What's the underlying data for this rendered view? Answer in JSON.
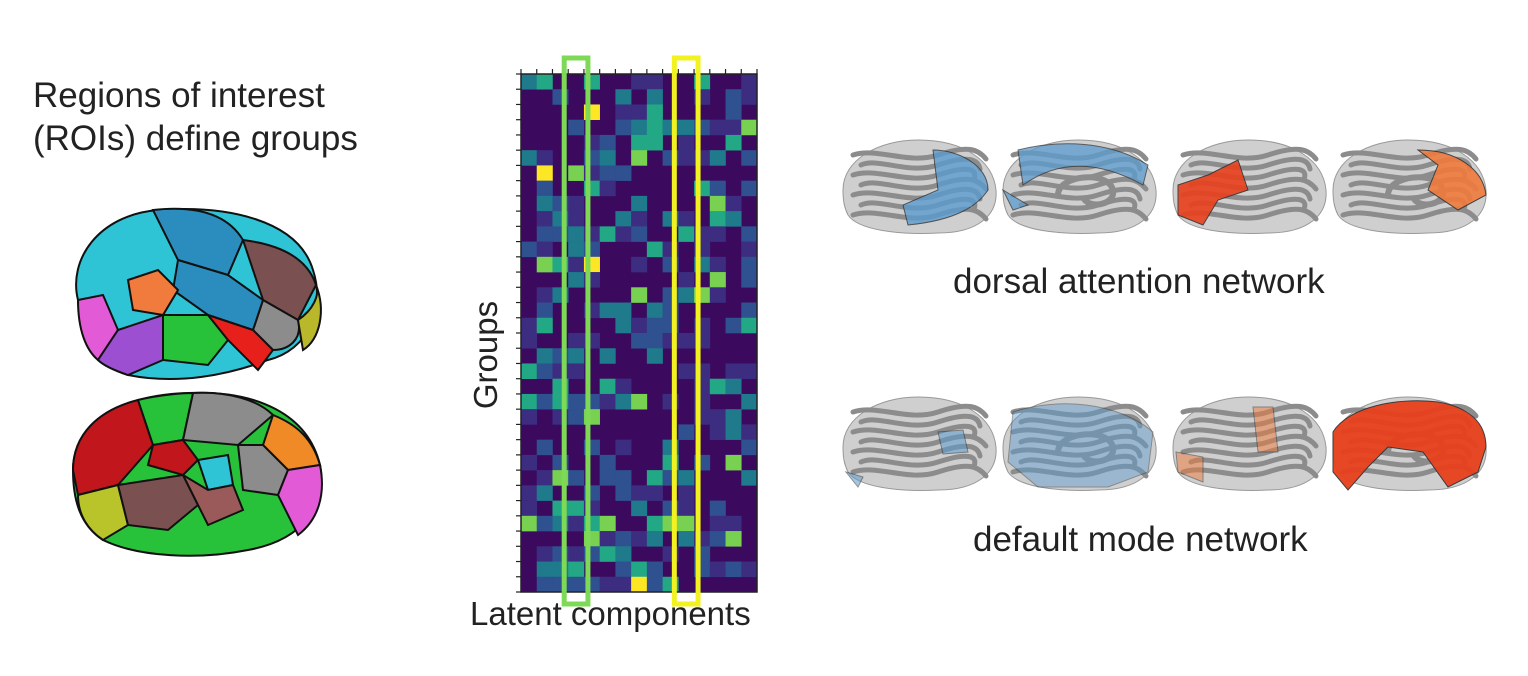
{
  "roi_title": {
    "line1": "Regions of interest",
    "line2": "(ROIs) define groups"
  },
  "matrix": {
    "ylabel": "Groups",
    "xlabel": "Latent components",
    "rows": 34,
    "cols": 15,
    "highlight_columns": [
      {
        "index": 3,
        "color": "#7ed957"
      },
      {
        "index": 10,
        "color": "#f2f221"
      }
    ],
    "colormap": [
      "#3b0a5e",
      "#3d2d80",
      "#2f5190",
      "#1f7a8c",
      "#22a884",
      "#79d151",
      "#fde725"
    ]
  },
  "networks": {
    "dorsal_label": "dorsal attention network",
    "default_label": "default mode network",
    "colors": {
      "blue": "#5b9ccf",
      "red": "#e8401c",
      "orange": "#f07b3c",
      "gray": "#8c8c8c",
      "light_gray": "#cfcfcf"
    }
  }
}
